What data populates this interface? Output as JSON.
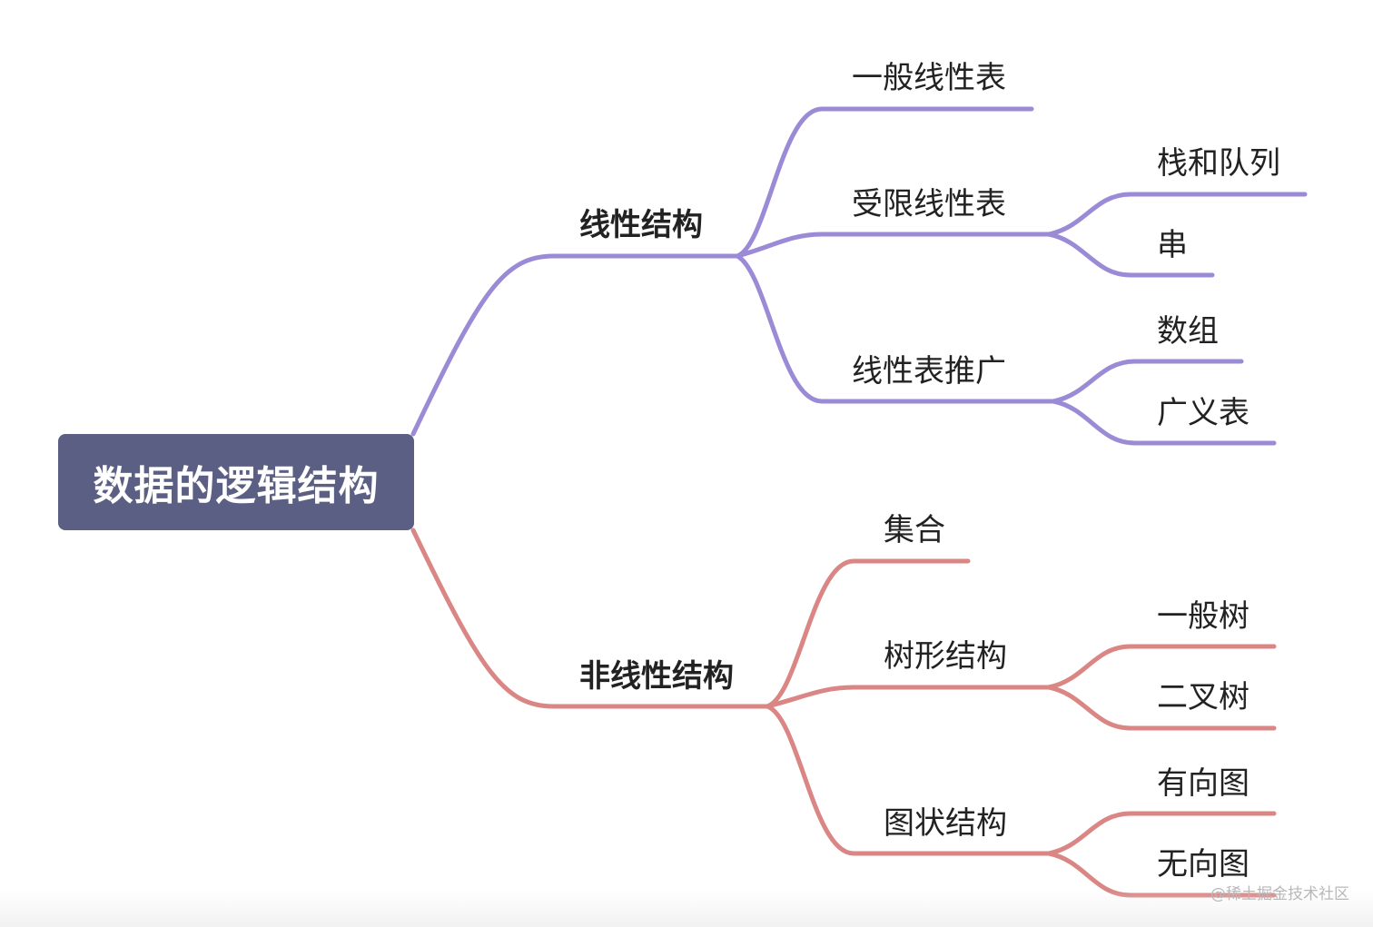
{
  "root": {
    "label": "数据的逻辑结构"
  },
  "colors": {
    "root_fill": "#5b5f84",
    "linear_branch": "#9b8ad6",
    "nonlinear_branch": "#d98684",
    "text": "#222222"
  },
  "branches": {
    "linear": {
      "label": "线性结构",
      "children": {
        "general": {
          "label": "一般线性表"
        },
        "restricted": {
          "label": "受限线性表",
          "children": {
            "stack_queue": {
              "label": "栈和队列"
            },
            "string": {
              "label": "串"
            }
          }
        },
        "extension": {
          "label": "线性表推广",
          "children": {
            "array": {
              "label": "数组"
            },
            "generalized": {
              "label": "广义表"
            }
          }
        }
      }
    },
    "nonlinear": {
      "label": "非线性结构",
      "children": {
        "set": {
          "label": "集合"
        },
        "tree": {
          "label": "树形结构",
          "children": {
            "general_tree": {
              "label": "一般树"
            },
            "binary_tree": {
              "label": "二叉树"
            }
          }
        },
        "graph": {
          "label": "图状结构",
          "children": {
            "directed": {
              "label": "有向图"
            },
            "undirected": {
              "label": "无向图"
            }
          }
        }
      }
    }
  },
  "watermark": "@稀土掘金技术社区"
}
